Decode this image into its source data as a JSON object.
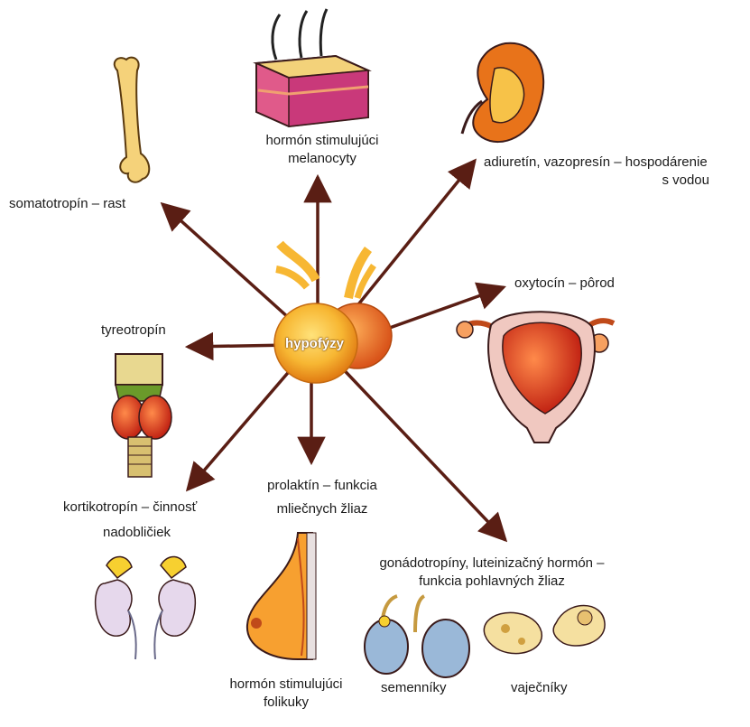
{
  "center": {
    "label": "hypofýzy"
  },
  "labels": {
    "somatotropin": "somatotropín – rast",
    "melanocyty_1": "hormón stimulujúci",
    "melanocyty_2": "melanocyty",
    "adiuretin_1": "adiuretín, vazopresín – hospodárenie",
    "adiuretin_2": "s vodou",
    "oxytocin": "oxytocín – pôrod",
    "tyreotropin": "tyreotropín",
    "kortikotropin_1": "kortikotropín – činnosť",
    "kortikotropin_2": "nadobličiek",
    "prolaktin_1": "prolaktín – funkcia",
    "prolaktin_2": "mliečnych žliaz",
    "folikuly_1": "hormón stimulujúci",
    "folikuly_2": "folikuky",
    "gonadotropiny_1": "gonádotropíny, luteinizačný hormón –",
    "gonadotropiny_2": "funkcia pohlavných žliaz",
    "semenniky": "semenníky",
    "vajecniky": "vaječníky"
  },
  "colors": {
    "arrow": "#5a1e14",
    "gland_light": "#f7b733",
    "gland_dark": "#e8731a",
    "organ_red": "#d8371c",
    "bone": "#f5d27a"
  }
}
